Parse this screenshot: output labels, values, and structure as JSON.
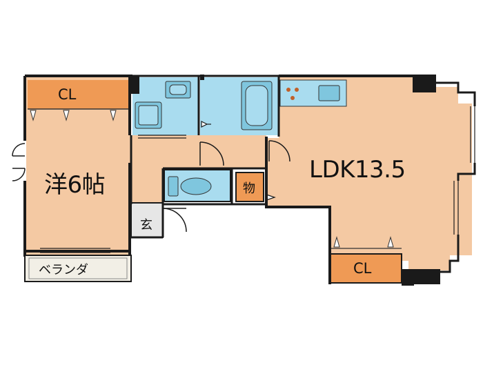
{
  "floor_plan": {
    "rooms": {
      "western_room": "洋6帖",
      "ldk": "LDK13.5",
      "closet_western": "CL",
      "closet_ldk": "CL",
      "balcony": "ベランダ",
      "entrance": "玄",
      "storage": "物"
    },
    "colors": {
      "room_fill": "#f4c9a3",
      "closet_fill": "#ef9a55",
      "wet_area_fill": "#a9dcef",
      "fixture_fill": "#7fc6de",
      "balcony_fill": "#f2efe6",
      "entrance_fill": "#e6e6e6",
      "wall": "#1a1a1a"
    }
  }
}
